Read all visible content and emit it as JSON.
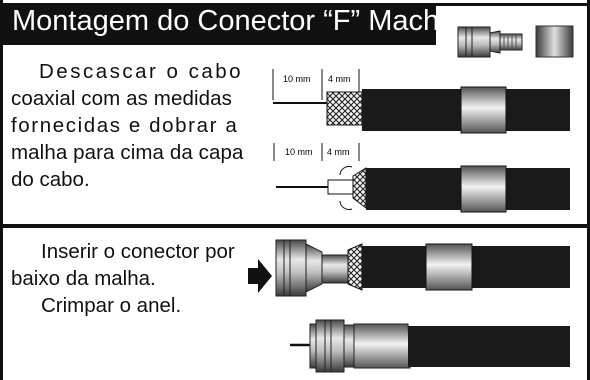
{
  "title": "Montagem do Conector “F” Macho",
  "step1": {
    "lines": [
      "Descascar o cabo",
      "coaxial com as medidas",
      "fornecidas e dobrar a",
      "malha para cima da capa",
      "do cabo."
    ]
  },
  "step2": {
    "lines": [
      "Inserir o conector por",
      "baixo da malha.",
      "Crimpar o anel."
    ]
  },
  "measure1": {
    "a": "10 mm",
    "b": "4 mm"
  },
  "measure2": {
    "a": "10 mm",
    "b": "4 mm"
  },
  "icons": [
    "f-connector-icon",
    "crimp-ring-icon",
    "arrow-right-icon"
  ],
  "colors": {
    "ink": "#111111",
    "cable": "#1a1a1a",
    "title_bg": "#111111"
  }
}
